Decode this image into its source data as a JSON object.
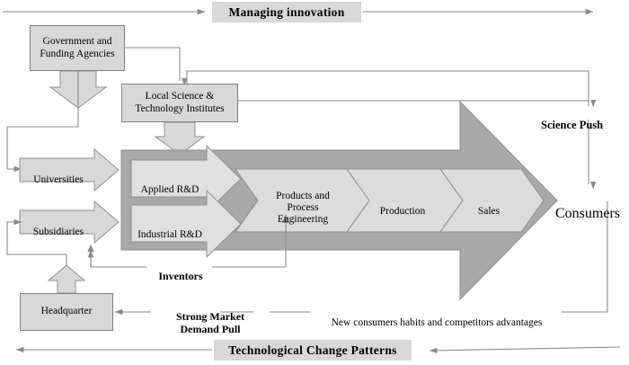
{
  "diagram": {
    "title_top": "Managing innovation",
    "title_bottom": "Technological Change Patterns",
    "colors": {
      "banner_fill": "#d8d8d8",
      "box_fill": "#d8d8d8",
      "box_stroke": "#808080",
      "big_arrow_fill": "#a9a9a9",
      "big_arrow_stroke": "#8f8f8f",
      "chevron_fill": "#d8d8d8",
      "chevron_stroke": "#8f8f8f",
      "block_arrow_fill": "#d8d8d8",
      "block_arrow_stroke": "#909090",
      "connector_stroke": "#8a8a8a",
      "text": "#000000"
    },
    "boxes": [
      {
        "id": "government",
        "label": "Government and\nFunding\nAgencies"
      },
      {
        "id": "local-science",
        "label": "Local Science &\nTechnology Institutes"
      },
      {
        "id": "headquarter",
        "label": "Headquarter"
      }
    ],
    "block_arrows": [
      {
        "id": "universities",
        "label": "Universities"
      },
      {
        "id": "subsidiaries",
        "label": "Subsidiaries"
      }
    ],
    "pipeline": {
      "inputs": [
        {
          "id": "applied-rd",
          "label": "Applied R&D"
        },
        {
          "id": "industrial-rd",
          "label": "Industrial R&D"
        }
      ],
      "stages": [
        {
          "id": "products-process-engineering",
          "label": "Products and\nProcess\nEngineering"
        },
        {
          "id": "production",
          "label": "Production"
        },
        {
          "id": "sales",
          "label": "Sales"
        }
      ]
    },
    "annotations": [
      {
        "id": "science-push",
        "label": "Science Push",
        "bold": true
      },
      {
        "id": "consumers",
        "label": "Consumers",
        "bold": false
      },
      {
        "id": "inventors",
        "label": "Inventors",
        "bold": true
      },
      {
        "id": "strong-market-demand-pull",
        "label": "Strong Market\nDemand Pull",
        "bold": true
      },
      {
        "id": "new-consumers-habits",
        "label": "New consumers habits and competitors advantages",
        "bold": false
      }
    ]
  }
}
